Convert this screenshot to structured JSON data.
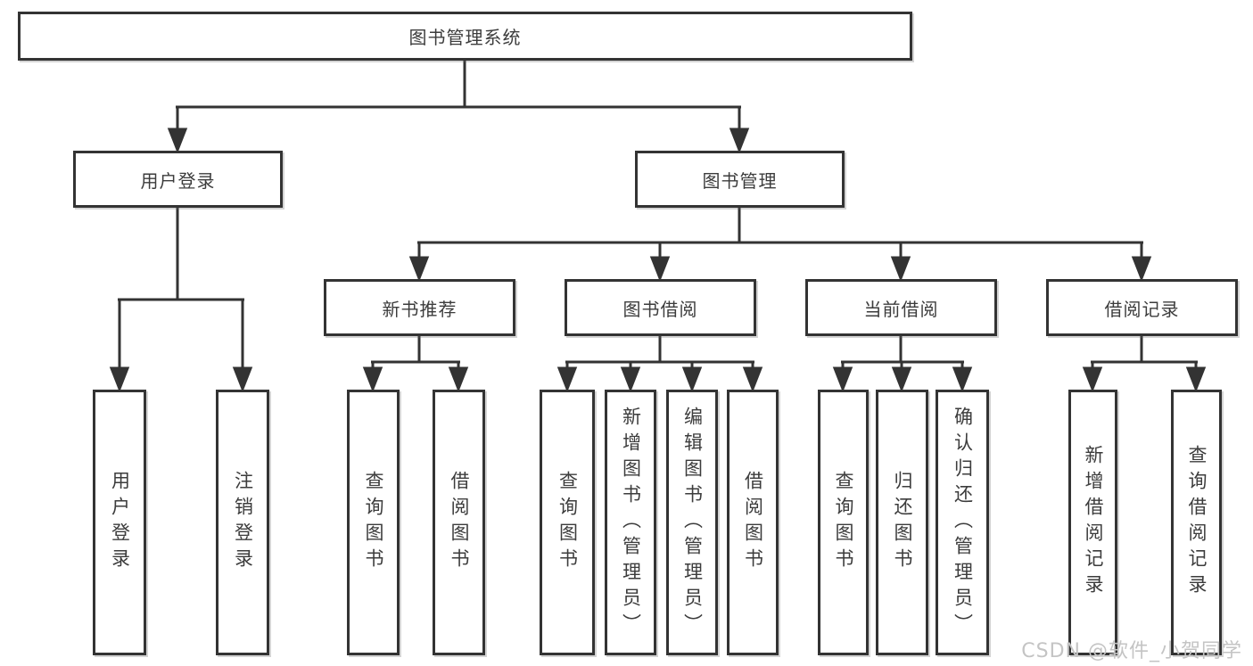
{
  "tree": {
    "root": "图书管理系统",
    "branches": [
      {
        "label": "用户登录",
        "children": [
          "用户登录",
          "注销登录"
        ]
      },
      {
        "label": "图书管理",
        "groups": [
          {
            "label": "新书推荐",
            "children": [
              "查询图书",
              "借阅图书"
            ]
          },
          {
            "label": "图书借阅",
            "children": [
              "查询图书",
              "新增图书（管理员）",
              "编辑图书（管理员）",
              "借阅图书"
            ]
          },
          {
            "label": "当前借阅",
            "children": [
              "查询图书",
              "归还图书",
              "确认归还（管理员）"
            ]
          },
          {
            "label": "借阅记录",
            "children": [
              "新增借阅记录",
              "查询借阅记录"
            ]
          }
        ]
      }
    ]
  },
  "watermark": "CSDN @软件_小贺同学",
  "colors": {
    "line": "#333333",
    "box_border": "#333333",
    "text": "#3c3c3c",
    "watermark": "#c4c4c4",
    "background": "#ffffff"
  }
}
